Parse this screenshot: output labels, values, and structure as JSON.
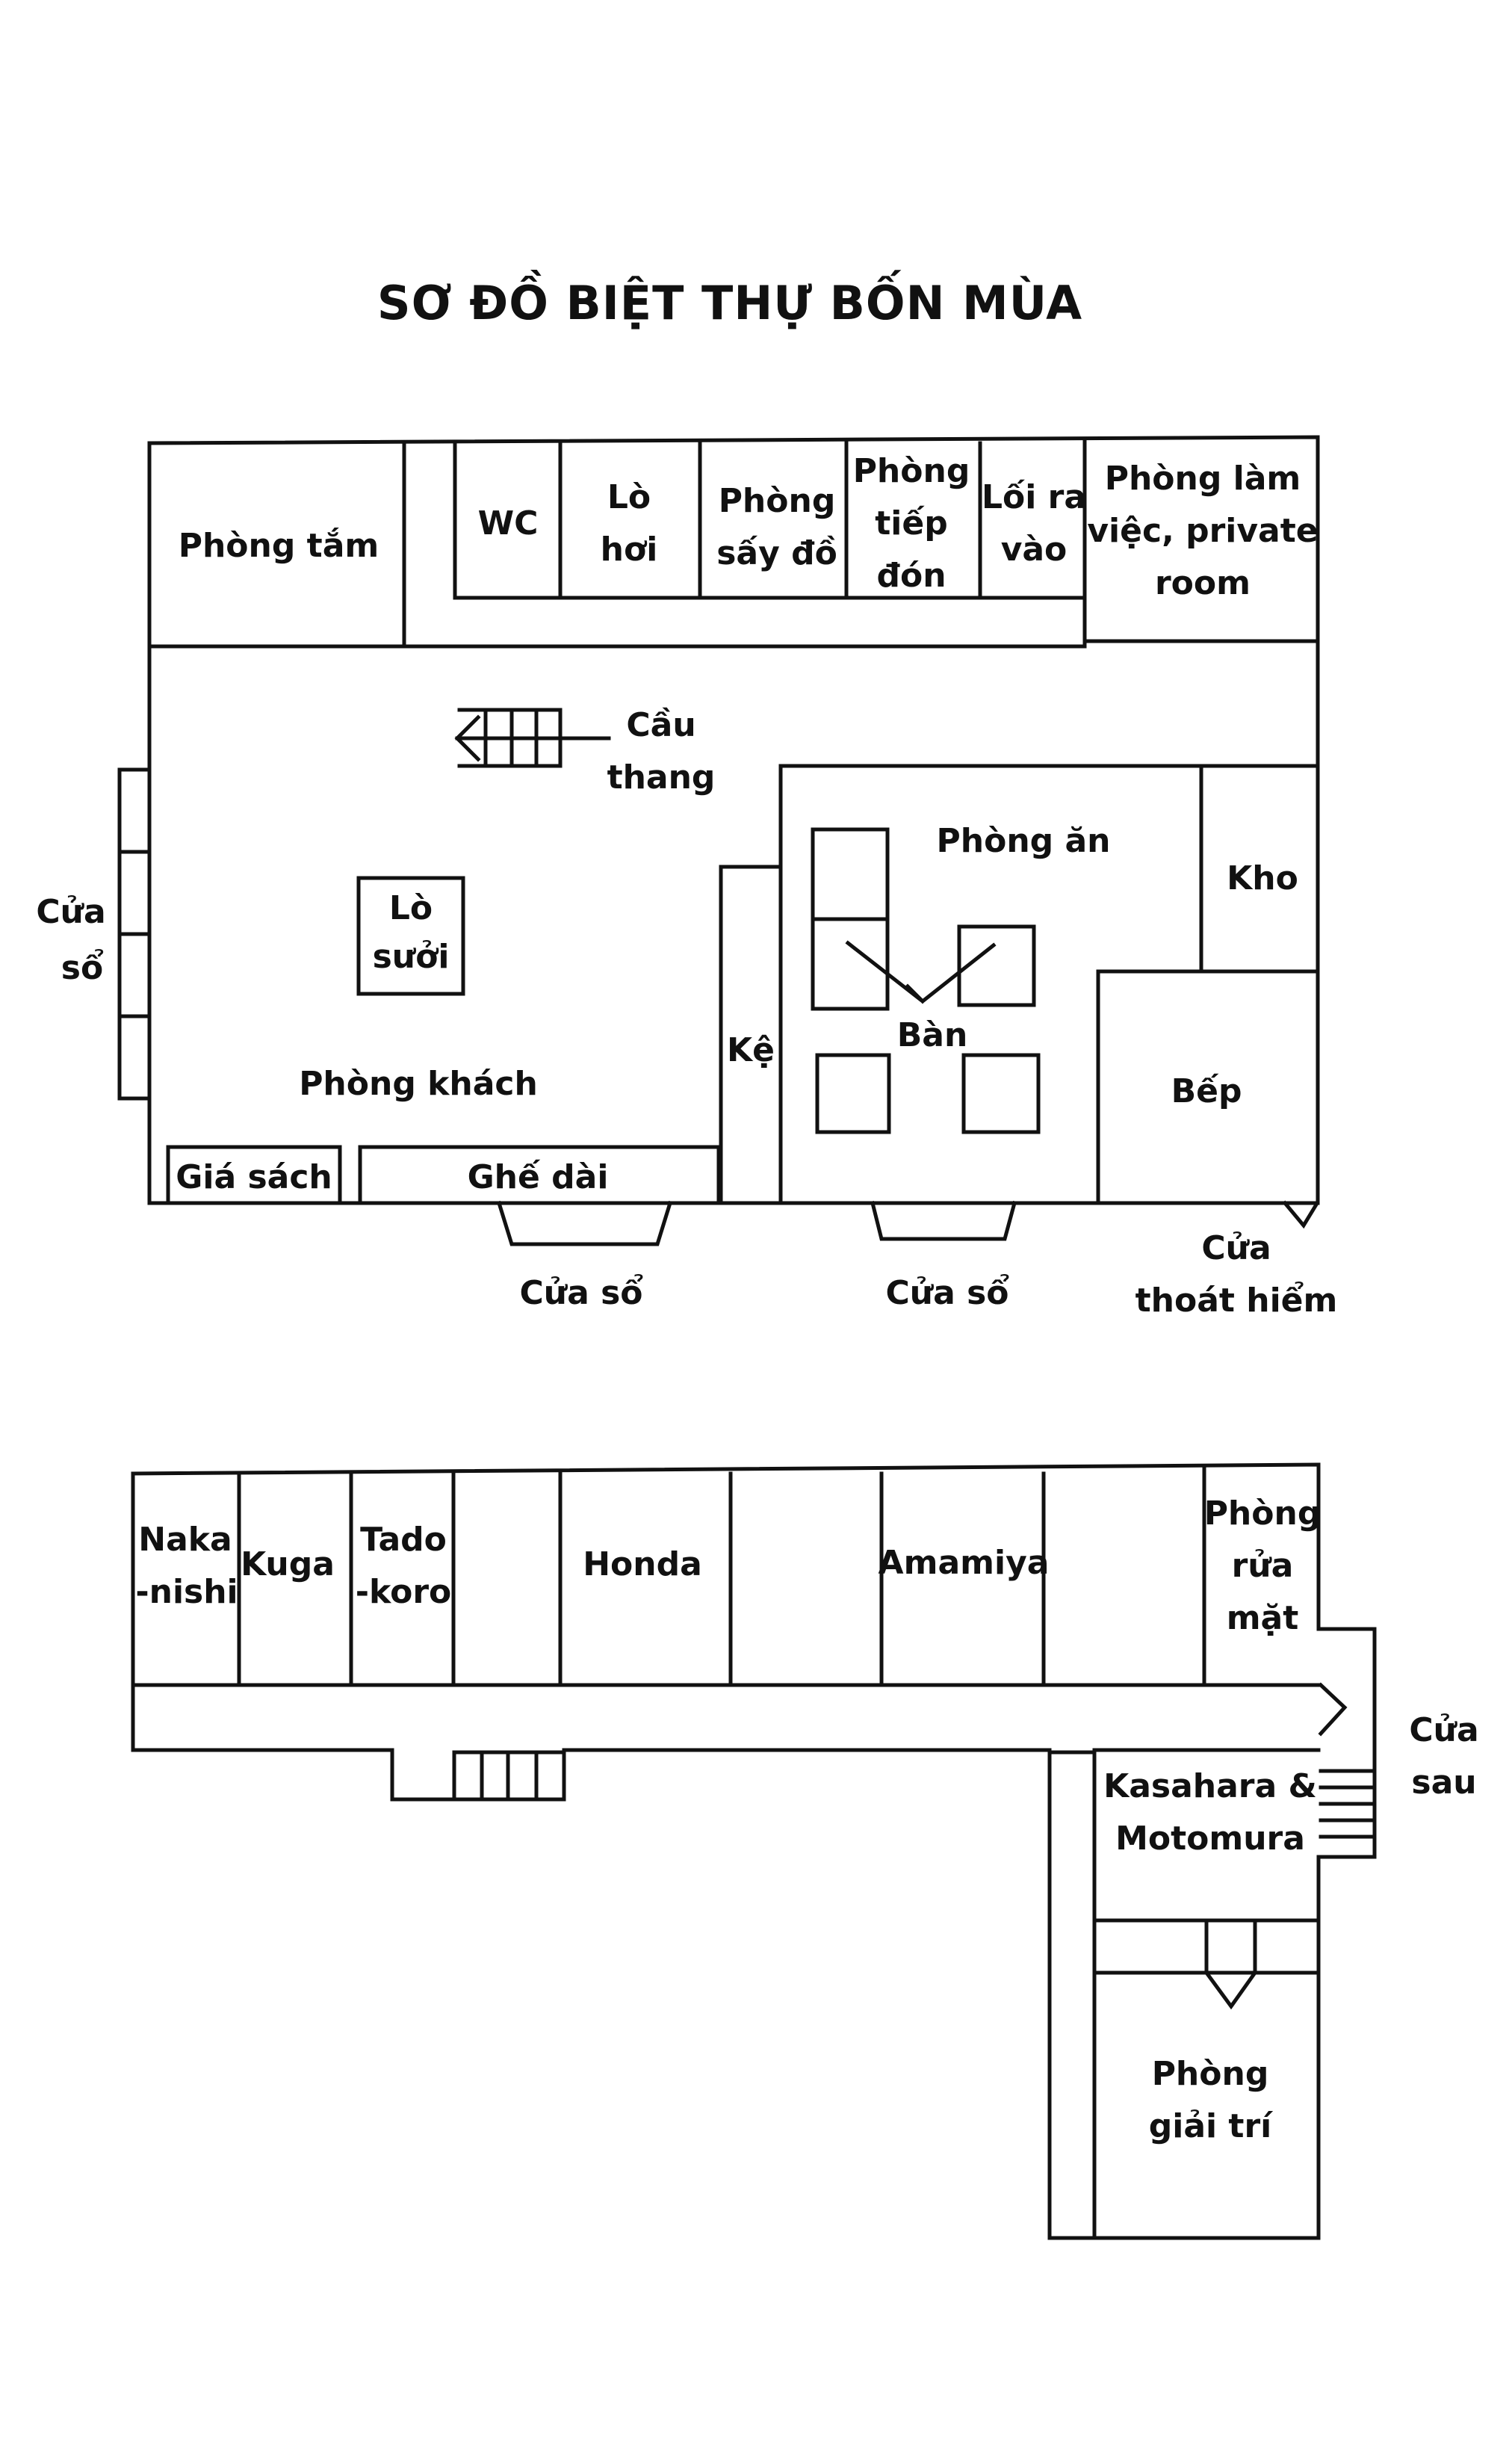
{
  "title": "SƠ ĐỒ BIỆT THỰ BỐN MÙA",
  "ground_floor": {
    "bath": "Phòng tắm",
    "wc": "WC",
    "boiler": [
      "Lò",
      "hơi"
    ],
    "drying": [
      "Phòng",
      "sấy đồ"
    ],
    "reception": [
      "Phòng",
      "tiếp",
      "đón"
    ],
    "entrance": [
      "Lối ra",
      "vào"
    ],
    "office": [
      "Phòng làm",
      "việc, private",
      "room"
    ],
    "stairs": [
      "Cầu",
      "thang"
    ],
    "fireplace": [
      "Lò",
      "sưởi"
    ],
    "living": "Phòng khách",
    "bookshelf": "Giá sách",
    "bench": "Ghế dài",
    "shelf": "Kệ",
    "dining": "Phòng ăn",
    "table": "Bàn",
    "storage": "Kho",
    "kitchen": "Bếp",
    "window_left": [
      "Cửa",
      "sổ"
    ],
    "window_bottom_1": "Cửa sổ",
    "window_bottom_2": "Cửa sổ",
    "emergency_exit": [
      "Cửa",
      "thoát hiểm"
    ]
  },
  "upper_floor": {
    "nakanishi": [
      "Naka",
      "-nishi"
    ],
    "kuga": "Kuga",
    "tadokoro": [
      "Tado",
      "-koro"
    ],
    "honda": "Honda",
    "amamiya": "Amamiya",
    "washroom": [
      "Phòng",
      "rửa",
      "mặt"
    ],
    "back_door": [
      "Cửa",
      "sau"
    ],
    "kasahara": [
      "Kasahara &",
      "Motomura"
    ],
    "game_room": [
      "Phòng",
      "giải trí"
    ]
  }
}
